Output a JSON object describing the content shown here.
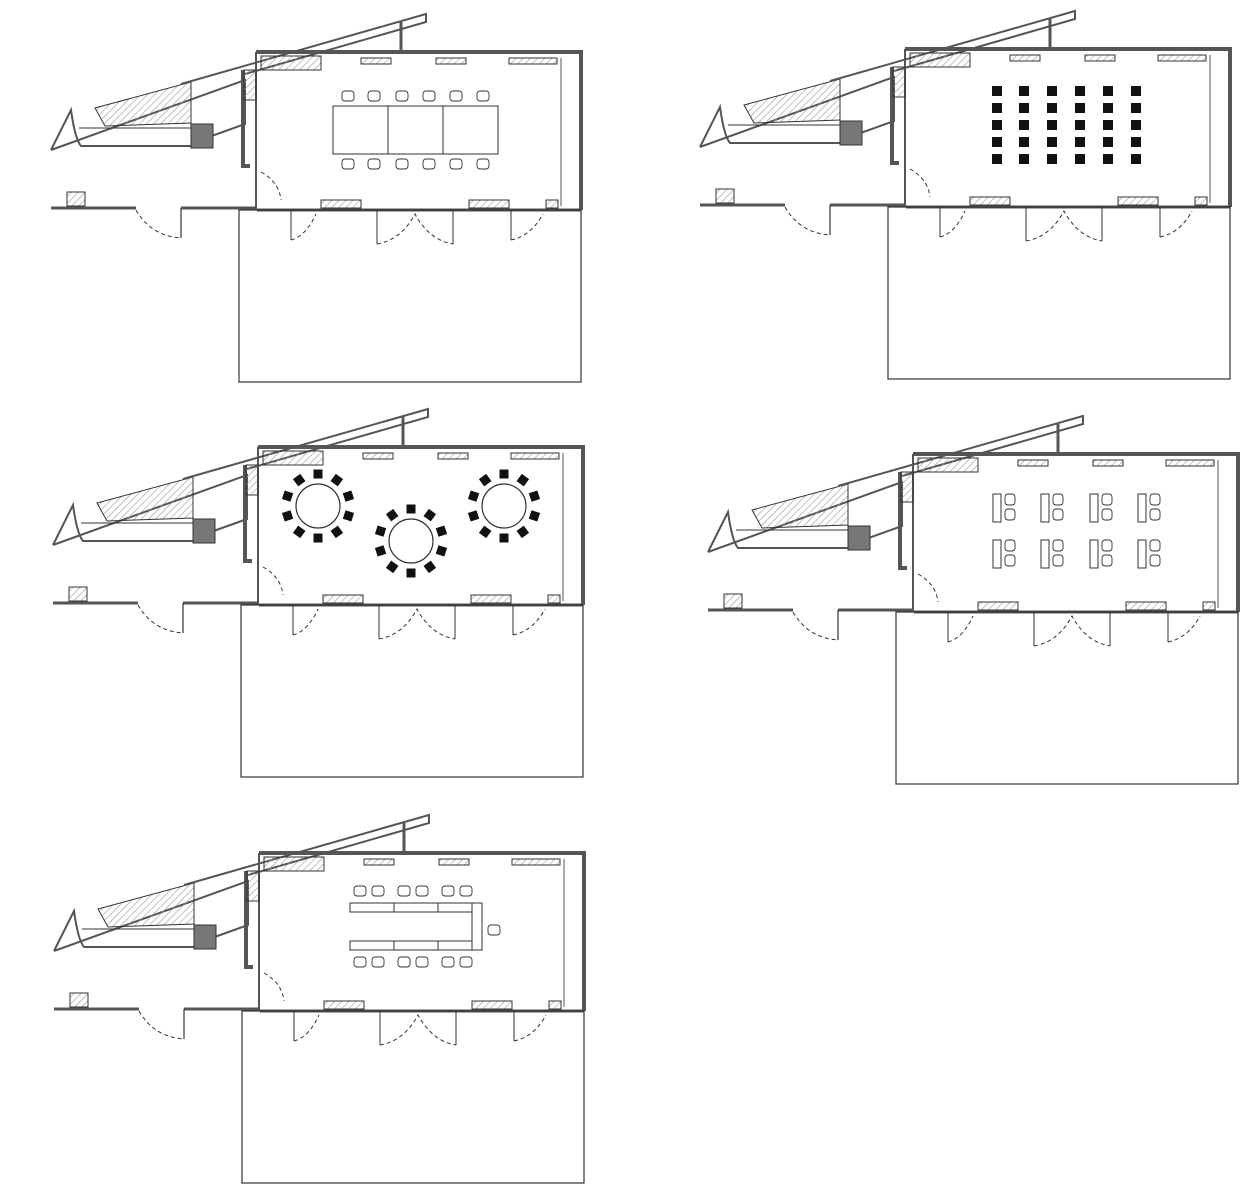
{
  "figure": {
    "panel_count": 5,
    "panels": [
      {
        "layout": "boardroom"
      },
      {
        "layout": "theatre"
      },
      {
        "layout": "banquet-rounds"
      },
      {
        "layout": "classroom"
      },
      {
        "layout": "u-shape"
      }
    ]
  },
  "colors": {
    "wall": "#555555",
    "line": "#333333",
    "hatch": "#999999",
    "chair_fill": "#111111",
    "column_fill": "#777777"
  }
}
